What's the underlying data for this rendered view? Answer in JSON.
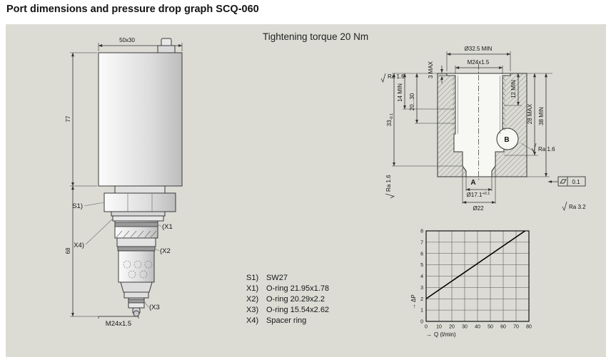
{
  "page": {
    "title": "Port dimensions and pressure drop graph SCQ-060"
  },
  "panel": {
    "torque_note": "Tightening torque 20 Nm"
  },
  "icons": {
    "axis_arrow": "→"
  },
  "valve_drawing": {
    "dim_width": "50x30",
    "dim_body_height": "77",
    "dim_cartridge_height": "68",
    "thread_label": "M24x1.5",
    "callout_s1": "S1)",
    "callout_x1": "(X1",
    "callout_x2": "(X2",
    "callout_x3": "(X3",
    "callout_x4": "X4)"
  },
  "port_drawing": {
    "dia_counterbore": "Ø32.5 MIN",
    "thread": "M24x1.5",
    "ra_face": "Ra 1.6",
    "depth_spotface": "3 MAX",
    "depth_thread": "12 MIN",
    "depth_full_thread": "14 MIN",
    "depth_usable": "20...30",
    "depth_total": "33",
    "depth_total_tol": "-0.1",
    "depth_28": "28 MAX",
    "depth_38": "38 MIN",
    "port_b": "B",
    "port_a": "A",
    "ra_right": "Ra 1.6",
    "ra_bore": "Ra 1.6",
    "dia_pilot": "Ø17.1",
    "dia_pilot_tol": "+0.1",
    "dia_seat": "Ø22",
    "flatness_value": "0.1",
    "ra_bottom": "Ra 3.2"
  },
  "legend": {
    "items": [
      {
        "key": "S1)",
        "value": "SW27"
      },
      {
        "key": "X1)",
        "value": "O-ring 21.95x1.78"
      },
      {
        "key": "X2)",
        "value": "O-ring 20.29x2.2"
      },
      {
        "key": "X3)",
        "value": "O-ring 15.54x2.62"
      },
      {
        "key": "X4)",
        "value": "Spacer ring"
      }
    ]
  },
  "chart_data": {
    "type": "line",
    "title": "",
    "xlabel": "Q (l/min)",
    "ylabel": "ΔP",
    "xlim": [
      0,
      80
    ],
    "ylim": [
      0,
      8
    ],
    "x_ticks": [
      0,
      10,
      20,
      30,
      40,
      50,
      60,
      70,
      80
    ],
    "y_ticks": [
      0,
      1,
      2,
      3,
      4,
      5,
      6,
      7,
      8
    ],
    "grid": true,
    "legend_position": "none",
    "series": [
      {
        "name": "pressure drop",
        "points": [
          [
            0,
            2
          ],
          [
            77,
            8
          ]
        ]
      }
    ]
  }
}
